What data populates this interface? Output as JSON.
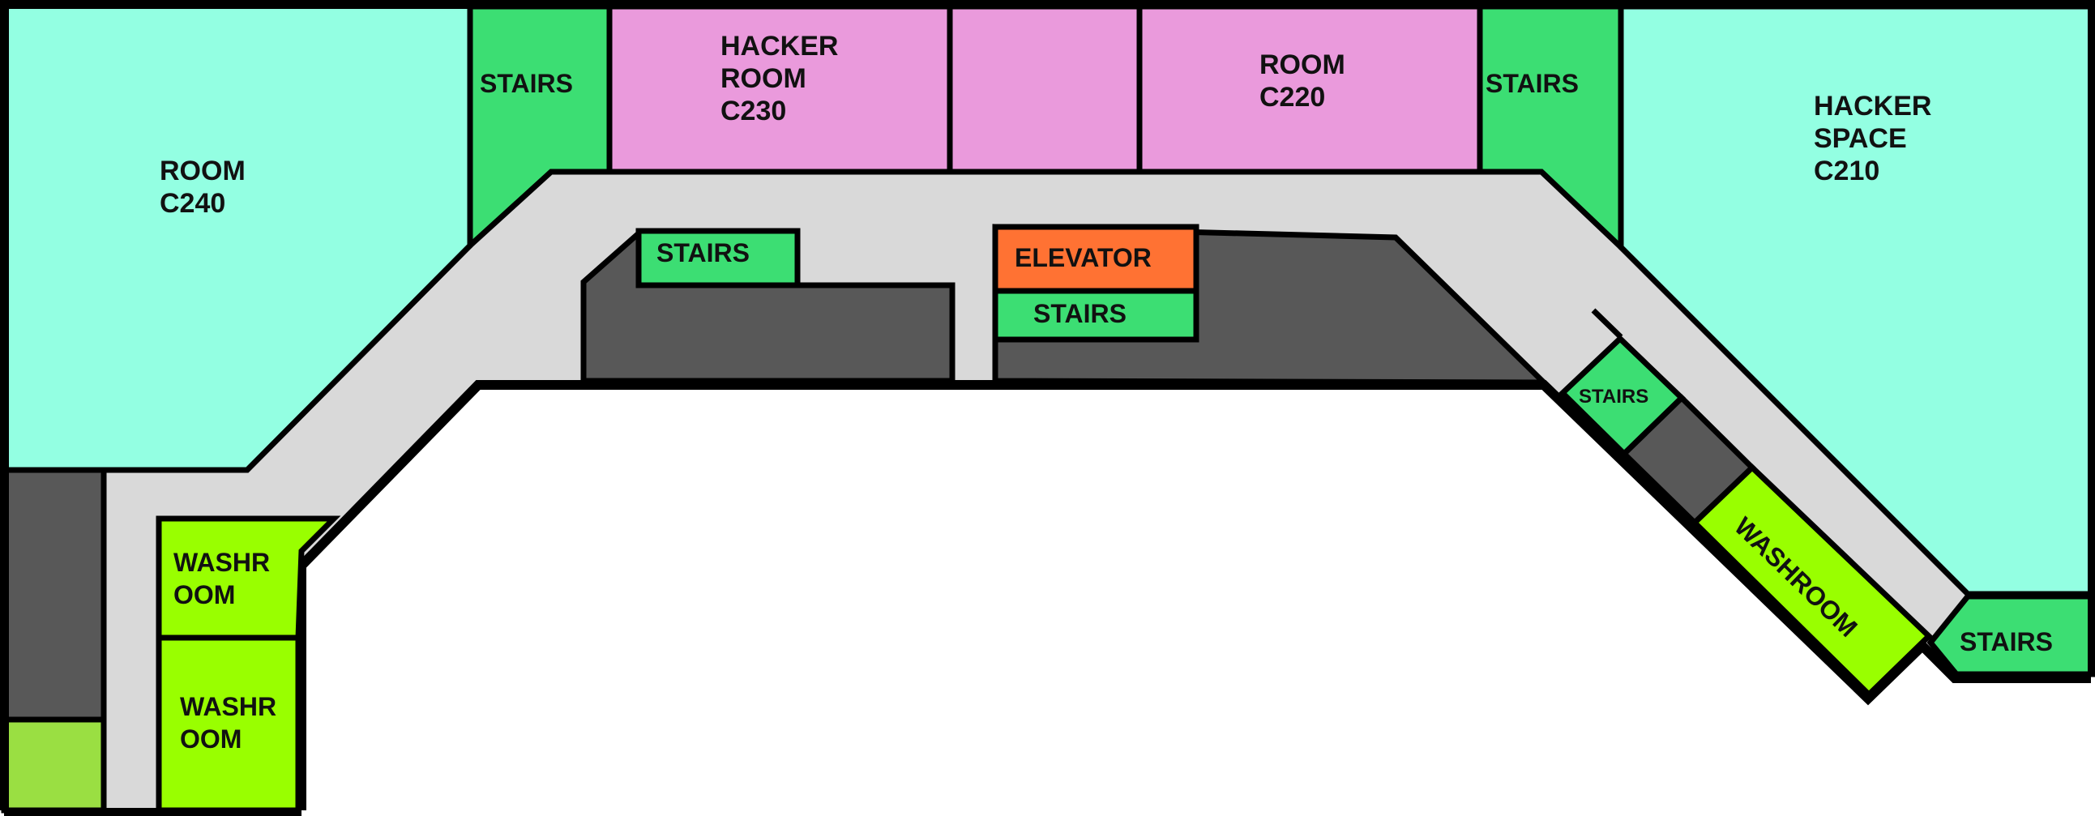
{
  "colors": {
    "large_room": "#93FFE2",
    "hacker_room": "#EA9ADC",
    "stairs": "#3CDE73",
    "elevator": "#FF7233",
    "washroom": "#99FF00",
    "washroom_small": "#9ADF42",
    "corridor": "#D9D9D9",
    "unused": "#585858",
    "walls": "#000000",
    "outside": "#FFFFFF"
  },
  "rooms": {
    "c240": {
      "line1": "ROOM",
      "line2": "C240"
    },
    "c230": {
      "line1": "HACKER",
      "line2": "ROOM",
      "line3": "C230"
    },
    "c220": {
      "line1": "ROOM",
      "line2": "C220"
    },
    "c210": {
      "line1": "HACKER",
      "line2": "SPACE",
      "line3": "C210"
    }
  },
  "stairs": {
    "top_left": "STAIRS",
    "top_right": "STAIRS",
    "middle_left": "STAIRS",
    "elevator_bank": "STAIRS",
    "diagonal": "STAIRS",
    "bottom_right": "STAIRS"
  },
  "elevator": {
    "label": "ELEVATOR"
  },
  "washrooms": {
    "left_upper": {
      "line1": "WASHR",
      "line2": "OOM"
    },
    "left_lower": {
      "line1": "WASHR",
      "line2": "OOM"
    },
    "right": {
      "label": "WASHROOM"
    }
  }
}
